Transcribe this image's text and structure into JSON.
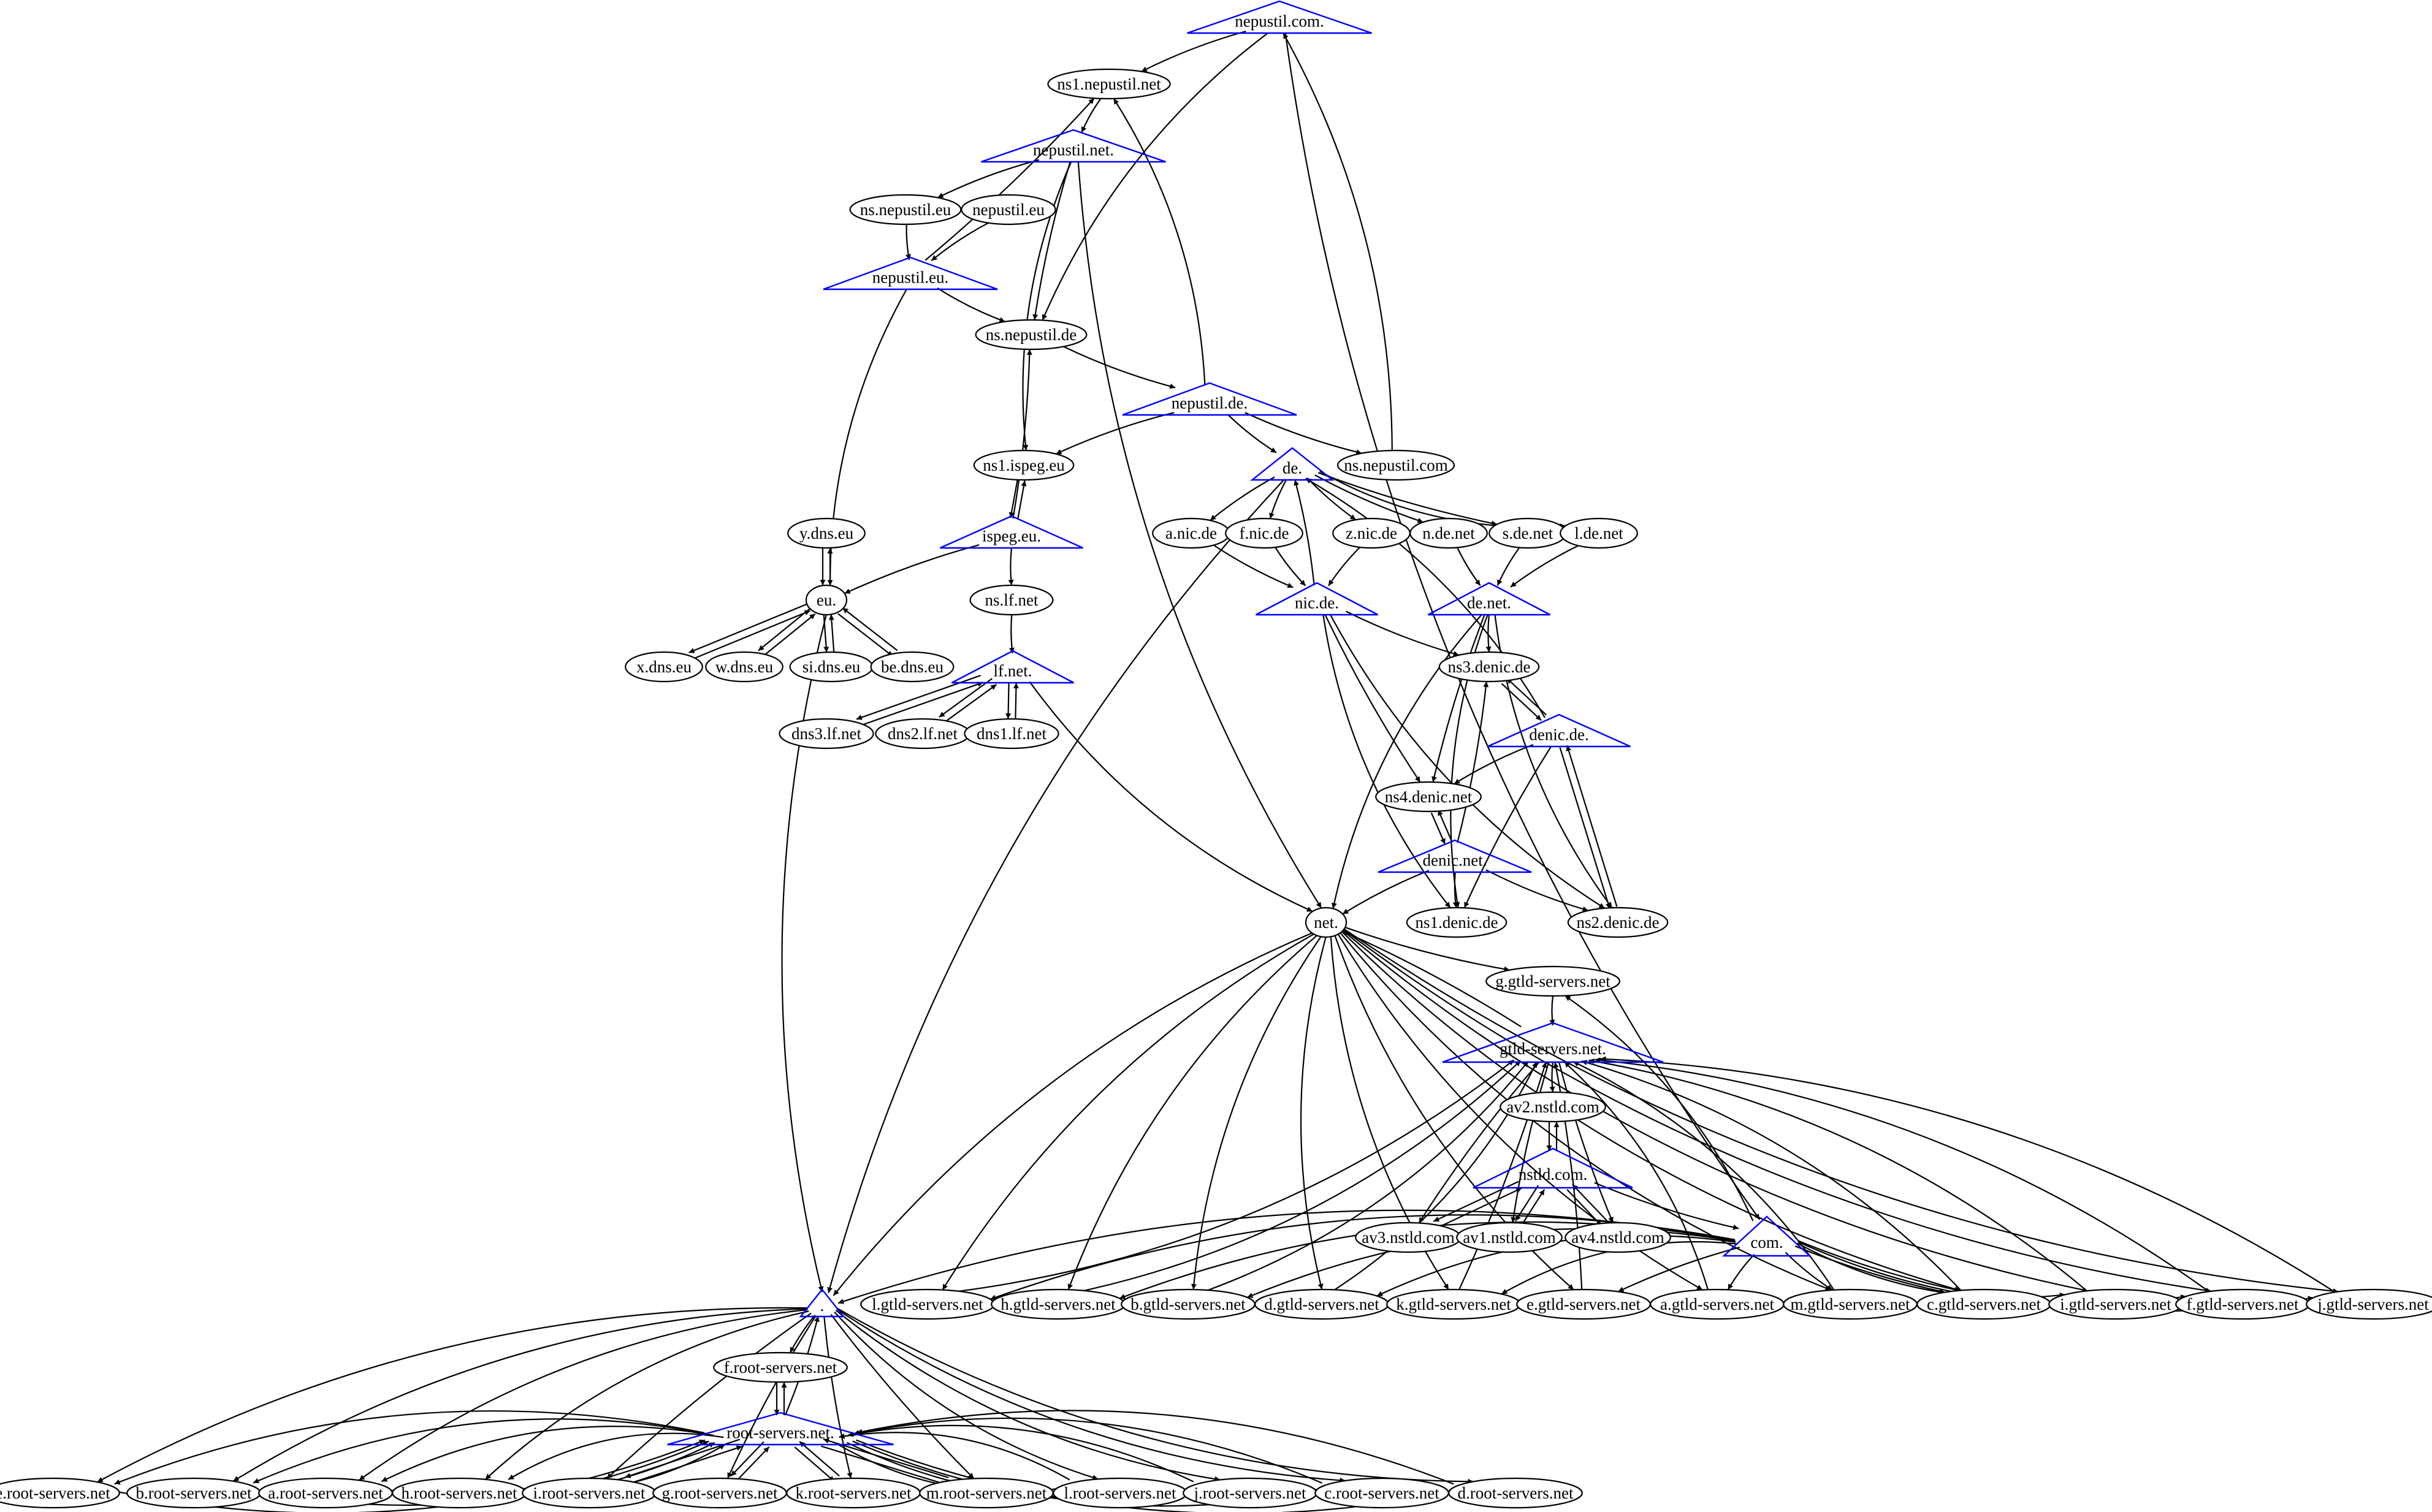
{
  "colors": {
    "zone_outline": "#0000ff",
    "server_outline": "#000000",
    "edge": "#000000"
  },
  "legend_shapes": {
    "zone": "triangle",
    "server": "ellipse"
  },
  "nodes": [
    {
      "label": "nepustil.com.",
      "shape": "triangle"
    },
    {
      "label": "ns1.nepustil.net",
      "shape": "ellipse"
    },
    {
      "label": "nepustil.net.",
      "shape": "triangle"
    },
    {
      "label": "ns.nepustil.eu",
      "shape": "ellipse"
    },
    {
      "label": "nepustil.eu",
      "shape": "ellipse"
    },
    {
      "label": "nepustil.eu.",
      "shape": "triangle"
    },
    {
      "label": "ns.nepustil.de",
      "shape": "ellipse"
    },
    {
      "label": "nepustil.de.",
      "shape": "triangle"
    },
    {
      "label": "ns1.ispeg.eu",
      "shape": "ellipse"
    },
    {
      "label": "de.",
      "shape": "triangle"
    },
    {
      "label": "ns.nepustil.com",
      "shape": "ellipse"
    },
    {
      "label": "ispeg.eu.",
      "shape": "triangle"
    },
    {
      "label": "y.dns.eu",
      "shape": "ellipse"
    },
    {
      "label": "a.nic.de",
      "shape": "ellipse"
    },
    {
      "label": "f.nic.de",
      "shape": "ellipse"
    },
    {
      "label": "z.nic.de",
      "shape": "ellipse"
    },
    {
      "label": "n.de.net",
      "shape": "ellipse"
    },
    {
      "label": "s.de.net",
      "shape": "ellipse"
    },
    {
      "label": "l.de.net",
      "shape": "ellipse"
    },
    {
      "label": "eu.",
      "shape": "ellipse"
    },
    {
      "label": "ns.lf.net",
      "shape": "ellipse"
    },
    {
      "label": "nic.de.",
      "shape": "triangle"
    },
    {
      "label": "de.net.",
      "shape": "triangle"
    },
    {
      "label": "x.dns.eu",
      "shape": "ellipse"
    },
    {
      "label": "w.dns.eu",
      "shape": "ellipse"
    },
    {
      "label": "si.dns.eu",
      "shape": "ellipse"
    },
    {
      "label": "be.dns.eu",
      "shape": "ellipse"
    },
    {
      "label": "lf.net.",
      "shape": "triangle"
    },
    {
      "label": "ns3.denic.de",
      "shape": "ellipse"
    },
    {
      "label": "denic.de.",
      "shape": "triangle"
    },
    {
      "label": "dns3.lf.net",
      "shape": "ellipse"
    },
    {
      "label": "dns2.lf.net",
      "shape": "ellipse"
    },
    {
      "label": "dns1.lf.net",
      "shape": "ellipse"
    },
    {
      "label": "ns4.denic.net",
      "shape": "ellipse"
    },
    {
      "label": "denic.net.",
      "shape": "triangle"
    },
    {
      "label": "net.",
      "shape": "ellipse"
    },
    {
      "label": "ns1.denic.de",
      "shape": "ellipse"
    },
    {
      "label": "ns2.denic.de",
      "shape": "ellipse"
    },
    {
      "label": "g.gtld-servers.net",
      "shape": "ellipse"
    },
    {
      "label": "gtld-servers.net.",
      "shape": "triangle"
    },
    {
      "label": "av2.nstld.com",
      "shape": "ellipse"
    },
    {
      "label": "nstld.com.",
      "shape": "triangle"
    },
    {
      "label": "av3.nstld.com",
      "shape": "ellipse"
    },
    {
      "label": "av1.nstld.com",
      "shape": "ellipse"
    },
    {
      "label": "av4.nstld.com",
      "shape": "ellipse"
    },
    {
      "label": "com.",
      "shape": "triangle"
    },
    {
      "label": ".",
      "shape": "triangle"
    },
    {
      "label": "l.gtld-servers.net",
      "shape": "ellipse"
    },
    {
      "label": "h.gtld-servers.net",
      "shape": "ellipse"
    },
    {
      "label": "b.gtld-servers.net",
      "shape": "ellipse"
    },
    {
      "label": "d.gtld-servers.net",
      "shape": "ellipse"
    },
    {
      "label": "k.gtld-servers.net",
      "shape": "ellipse"
    },
    {
      "label": "e.gtld-servers.net",
      "shape": "ellipse"
    },
    {
      "label": "a.gtld-servers.net",
      "shape": "ellipse"
    },
    {
      "label": "m.gtld-servers.net",
      "shape": "ellipse"
    },
    {
      "label": "c.gtld-servers.net",
      "shape": "ellipse"
    },
    {
      "label": "i.gtld-servers.net",
      "shape": "ellipse"
    },
    {
      "label": "f.gtld-servers.net",
      "shape": "ellipse"
    },
    {
      "label": "j.gtld-servers.net",
      "shape": "ellipse"
    },
    {
      "label": "f.root-servers.net",
      "shape": "ellipse"
    },
    {
      "label": "root-servers.net.",
      "shape": "triangle"
    },
    {
      "label": "e.root-servers.net",
      "shape": "ellipse"
    },
    {
      "label": "b.root-servers.net",
      "shape": "ellipse"
    },
    {
      "label": "a.root-servers.net",
      "shape": "ellipse"
    },
    {
      "label": "h.root-servers.net",
      "shape": "ellipse"
    },
    {
      "label": "i.root-servers.net",
      "shape": "ellipse"
    },
    {
      "label": "g.root-servers.net",
      "shape": "ellipse"
    },
    {
      "label": "k.root-servers.net",
      "shape": "ellipse"
    },
    {
      "label": "m.root-servers.net",
      "shape": "ellipse"
    },
    {
      "label": "l.root-servers.net",
      "shape": "ellipse"
    },
    {
      "label": "j.root-servers.net",
      "shape": "ellipse"
    },
    {
      "label": "c.root-servers.net",
      "shape": "ellipse"
    },
    {
      "label": "d.root-servers.net",
      "shape": "ellipse"
    }
  ],
  "edges": [
    [
      "nepustil.com.",
      "ns1.nepustil.net"
    ],
    [
      "nepustil.com.",
      "ns.nepustil.de"
    ],
    [
      "nepustil.com.",
      "com."
    ],
    [
      "ns.nepustil.com",
      "nepustil.com."
    ],
    [
      "ns1.nepustil.net",
      "nepustil.net."
    ],
    [
      "nepustil.net.",
      "ns.nepustil.eu"
    ],
    [
      "nepustil.net.",
      "ns.nepustil.de"
    ],
    [
      "nepustil.net.",
      "ns1.ispeg.eu"
    ],
    [
      "nepustil.net.",
      "net."
    ],
    [
      "ns.nepustil.eu",
      "nepustil.eu."
    ],
    [
      "nepustil.eu",
      "nepustil.eu."
    ],
    [
      "nepustil.eu.",
      "ns1.nepustil.net"
    ],
    [
      "nepustil.eu.",
      "ns.nepustil.de"
    ],
    [
      "nepustil.eu.",
      "eu."
    ],
    [
      "ns.nepustil.de",
      "nepustil.de."
    ],
    [
      "nepustil.de.",
      "ns1.nepustil.net"
    ],
    [
      "nepustil.de.",
      "ns1.ispeg.eu"
    ],
    [
      "nepustil.de.",
      "de."
    ],
    [
      "nepustil.de.",
      "ns.nepustil.com"
    ],
    [
      "ispeg.eu.",
      "ns.nepustil.de"
    ],
    [
      "ispeg.eu.",
      "ns1.ispeg.eu"
    ],
    [
      "ns1.ispeg.eu",
      "ispeg.eu."
    ],
    [
      "ispeg.eu.",
      "eu."
    ],
    [
      "ispeg.eu.",
      "ns.lf.net"
    ],
    [
      "de.",
      "a.nic.de"
    ],
    [
      "de.",
      "f.nic.de"
    ],
    [
      "de.",
      "z.nic.de"
    ],
    [
      "de.",
      "n.de.net"
    ],
    [
      "de.",
      "s.de.net"
    ],
    [
      "de.",
      "l.de.net"
    ],
    [
      "de.",
      "."
    ],
    [
      "a.nic.de",
      "nic.de."
    ],
    [
      "f.nic.de",
      "nic.de."
    ],
    [
      "z.nic.de",
      "nic.de."
    ],
    [
      "nic.de.",
      "de."
    ],
    [
      "nic.de.",
      "ns3.denic.de"
    ],
    [
      "nic.de.",
      "ns4.denic.net"
    ],
    [
      "nic.de.",
      "ns1.denic.de"
    ],
    [
      "nic.de.",
      "ns2.denic.de"
    ],
    [
      "n.de.net",
      "de.net."
    ],
    [
      "s.de.net",
      "de.net."
    ],
    [
      "l.de.net",
      "de.net."
    ],
    [
      "de.net.",
      "ns3.denic.de"
    ],
    [
      "de.net.",
      "ns4.denic.net"
    ],
    [
      "de.net.",
      "ns1.denic.de"
    ],
    [
      "de.net.",
      "ns2.denic.de"
    ],
    [
      "de.net.",
      "net."
    ],
    [
      "ns3.denic.de",
      "denic.de."
    ],
    [
      "denic.de.",
      "ns3.denic.de"
    ],
    [
      "denic.de.",
      "de."
    ],
    [
      "denic.de.",
      "ns4.denic.net"
    ],
    [
      "denic.de.",
      "ns1.denic.de"
    ],
    [
      "denic.de.",
      "ns2.denic.de"
    ],
    [
      "ns2.denic.de",
      "denic.de."
    ],
    [
      "ns4.denic.net",
      "denic.net."
    ],
    [
      "denic.net.",
      "ns4.denic.net"
    ],
    [
      "denic.net.",
      "ns3.denic.de"
    ],
    [
      "denic.net.",
      "ns1.denic.de"
    ],
    [
      "denic.net.",
      "ns2.denic.de"
    ],
    [
      "denic.net.",
      "net."
    ],
    [
      "y.dns.eu",
      "eu."
    ],
    [
      "eu.",
      "y.dns.eu"
    ],
    [
      "eu.",
      "x.dns.eu"
    ],
    [
      "x.dns.eu",
      "eu."
    ],
    [
      "eu.",
      "w.dns.eu"
    ],
    [
      "w.dns.eu",
      "eu."
    ],
    [
      "eu.",
      "si.dns.eu"
    ],
    [
      "si.dns.eu",
      "eu."
    ],
    [
      "eu.",
      "be.dns.eu"
    ],
    [
      "be.dns.eu",
      "eu."
    ],
    [
      "eu.",
      "."
    ],
    [
      "ns.lf.net",
      "lf.net."
    ],
    [
      "lf.net.",
      "dns3.lf.net"
    ],
    [
      "dns3.lf.net",
      "lf.net."
    ],
    [
      "lf.net.",
      "dns2.lf.net"
    ],
    [
      "dns2.lf.net",
      "lf.net."
    ],
    [
      "lf.net.",
      "dns1.lf.net"
    ],
    [
      "dns1.lf.net",
      "lf.net."
    ],
    [
      "lf.net.",
      "net."
    ],
    [
      "net.",
      "."
    ],
    [
      "net.",
      "g.gtld-servers.net"
    ],
    [
      "net.",
      "l.gtld-servers.net"
    ],
    [
      "net.",
      "h.gtld-servers.net"
    ],
    [
      "net.",
      "b.gtld-servers.net"
    ],
    [
      "net.",
      "d.gtld-servers.net"
    ],
    [
      "net.",
      "k.gtld-servers.net"
    ],
    [
      "net.",
      "e.gtld-servers.net"
    ],
    [
      "net.",
      "a.gtld-servers.net"
    ],
    [
      "net.",
      "m.gtld-servers.net"
    ],
    [
      "net.",
      "c.gtld-servers.net"
    ],
    [
      "net.",
      "i.gtld-servers.net"
    ],
    [
      "net.",
      "f.gtld-servers.net"
    ],
    [
      "net.",
      "j.gtld-servers.net"
    ],
    [
      "gtld-servers.net.",
      "net."
    ],
    [
      "g.gtld-servers.net",
      "gtld-servers.net."
    ],
    [
      "gtld-servers.net.",
      "av2.nstld.com"
    ],
    [
      "gtld-servers.net.",
      "av3.nstld.com"
    ],
    [
      "gtld-servers.net.",
      "av1.nstld.com"
    ],
    [
      "gtld-servers.net.",
      "av4.nstld.com"
    ],
    [
      "av2.nstld.com",
      "nstld.com."
    ],
    [
      "nstld.com.",
      "av2.nstld.com"
    ],
    [
      "nstld.com.",
      "av3.nstld.com"
    ],
    [
      "av3.nstld.com",
      "nstld.com."
    ],
    [
      "nstld.com.",
      "av1.nstld.com"
    ],
    [
      "av1.nstld.com",
      "nstld.com."
    ],
    [
      "nstld.com.",
      "av4.nstld.com"
    ],
    [
      "av4.nstld.com",
      "nstld.com."
    ],
    [
      "nstld.com.",
      "com."
    ],
    [
      "com.",
      "g.gtld-servers.net"
    ],
    [
      "com.",
      "."
    ],
    [
      "com.",
      "l.gtld-servers.net"
    ],
    [
      "com.",
      "h.gtld-servers.net"
    ],
    [
      "com.",
      "b.gtld-servers.net"
    ],
    [
      "com.",
      "d.gtld-servers.net"
    ],
    [
      "com.",
      "k.gtld-servers.net"
    ],
    [
      "com.",
      "e.gtld-servers.net"
    ],
    [
      "com.",
      "a.gtld-servers.net"
    ],
    [
      "com.",
      "m.gtld-servers.net"
    ],
    [
      "com.",
      "c.gtld-servers.net"
    ],
    [
      "com.",
      "i.gtld-servers.net"
    ],
    [
      "com.",
      "f.gtld-servers.net"
    ],
    [
      "com.",
      "j.gtld-servers.net"
    ],
    [
      "l.gtld-servers.net",
      "gtld-servers.net."
    ],
    [
      "h.gtld-servers.net",
      "gtld-servers.net."
    ],
    [
      "b.gtld-servers.net",
      "gtld-servers.net."
    ],
    [
      "d.gtld-servers.net",
      "gtld-servers.net."
    ],
    [
      "k.gtld-servers.net",
      "gtld-servers.net."
    ],
    [
      "e.gtld-servers.net",
      "gtld-servers.net."
    ],
    [
      "a.gtld-servers.net",
      "gtld-servers.net."
    ],
    [
      "m.gtld-servers.net",
      "gtld-servers.net."
    ],
    [
      "c.gtld-servers.net",
      "gtld-servers.net."
    ],
    [
      "i.gtld-servers.net",
      "gtld-servers.net."
    ],
    [
      "f.gtld-servers.net",
      "gtld-servers.net."
    ],
    [
      "j.gtld-servers.net",
      "gtld-servers.net."
    ],
    [
      ".",
      "f.root-servers.net"
    ],
    [
      "f.root-servers.net",
      "root-servers.net."
    ],
    [
      "root-servers.net.",
      "f.root-servers.net"
    ],
    [
      "root-servers.net.",
      "."
    ],
    [
      ".",
      "e.root-servers.net"
    ],
    [
      ".",
      "b.root-servers.net"
    ],
    [
      ".",
      "a.root-servers.net"
    ],
    [
      ".",
      "h.root-servers.net"
    ],
    [
      ".",
      "i.root-servers.net"
    ],
    [
      ".",
      "g.root-servers.net"
    ],
    [
      ".",
      "k.root-servers.net"
    ],
    [
      ".",
      "m.root-servers.net"
    ],
    [
      ".",
      "l.root-servers.net"
    ],
    [
      ".",
      "j.root-servers.net"
    ],
    [
      ".",
      "c.root-servers.net"
    ],
    [
      ".",
      "d.root-servers.net"
    ],
    [
      "root-servers.net.",
      "e.root-servers.net"
    ],
    [
      "e.root-servers.net",
      "root-servers.net."
    ],
    [
      "root-servers.net.",
      "b.root-servers.net"
    ],
    [
      "b.root-servers.net",
      "root-servers.net."
    ],
    [
      "root-servers.net.",
      "a.root-servers.net"
    ],
    [
      "a.root-servers.net",
      "root-servers.net."
    ],
    [
      "root-servers.net.",
      "h.root-servers.net"
    ],
    [
      "h.root-servers.net",
      "root-servers.net."
    ],
    [
      "root-servers.net.",
      "i.root-servers.net"
    ],
    [
      "i.root-servers.net",
      "root-servers.net."
    ],
    [
      "root-servers.net.",
      "g.root-servers.net"
    ],
    [
      "g.root-servers.net",
      "root-servers.net."
    ],
    [
      "root-servers.net.",
      "k.root-servers.net"
    ],
    [
      "k.root-servers.net",
      "root-servers.net."
    ],
    [
      "root-servers.net.",
      "m.root-servers.net"
    ],
    [
      "m.root-servers.net",
      "root-servers.net."
    ],
    [
      "root-servers.net.",
      "l.root-servers.net"
    ],
    [
      "l.root-servers.net",
      "root-servers.net."
    ],
    [
      "root-servers.net.",
      "j.root-servers.net"
    ],
    [
      "j.root-servers.net",
      "root-servers.net."
    ],
    [
      "root-servers.net.",
      "c.root-servers.net"
    ],
    [
      "c.root-servers.net",
      "root-servers.net."
    ],
    [
      "root-servers.net.",
      "d.root-servers.net"
    ],
    [
      "d.root-servers.net",
      "root-servers.net."
    ]
  ]
}
